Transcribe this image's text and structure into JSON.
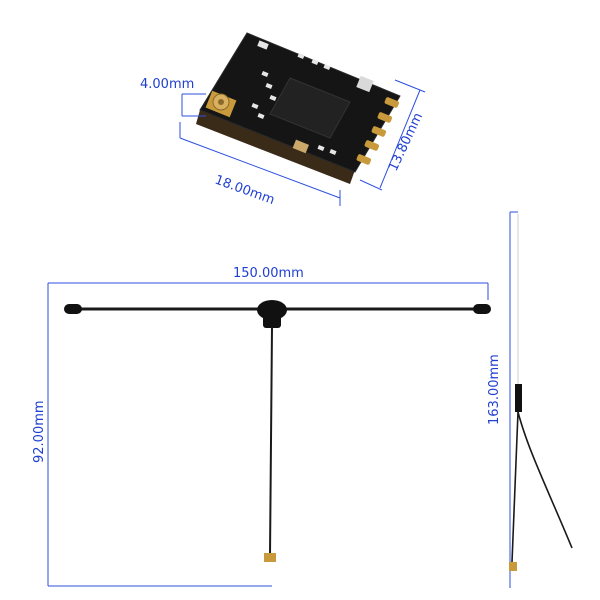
{
  "dimensions": {
    "connector_height": "4.00mm",
    "board_width": "13.80mm",
    "board_length": "18.00mm",
    "antenna_span": "150.00mm",
    "antenna_drop": "92.00mm",
    "lead_length": "163.00mm"
  },
  "colors": {
    "dimension_text": "#1f3fd1",
    "dimension_line": "#2c4fe0",
    "board": "#141414",
    "cable": "#1a1a1a",
    "gold": "#c99a3b"
  }
}
